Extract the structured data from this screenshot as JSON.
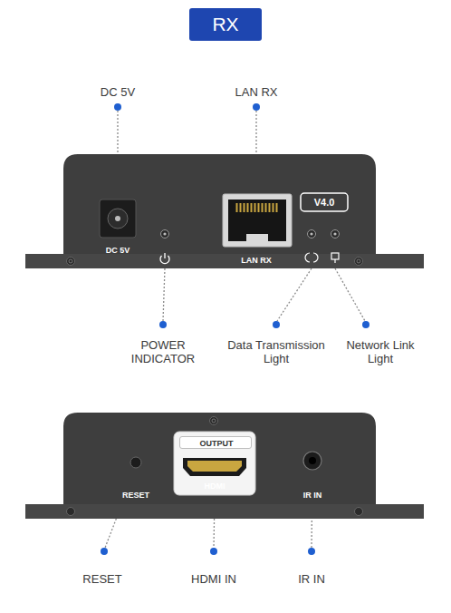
{
  "diagram": {
    "title": "RX",
    "nodes": [
      {
        "text": [
          "DC 5V",
          "LAN RX"
        ]
      },
      {
        "text": [
          "V4.0"
        ],
        "in": 0
      },
      {
        "text": [
          "RESET",
          "HDMI",
          "IR IN"
        ]
      },
      {
        "text": [
          "OUTPUT"
        ],
        "in": 2
      }
    ],
    "labels": [
      "DC 5V",
      "LAN RX",
      "POWER INDICATOR",
      "Data Transmission Light",
      "Network Link Light",
      "RESET",
      "HDMI IN",
      "IR IN"
    ]
  }
}
